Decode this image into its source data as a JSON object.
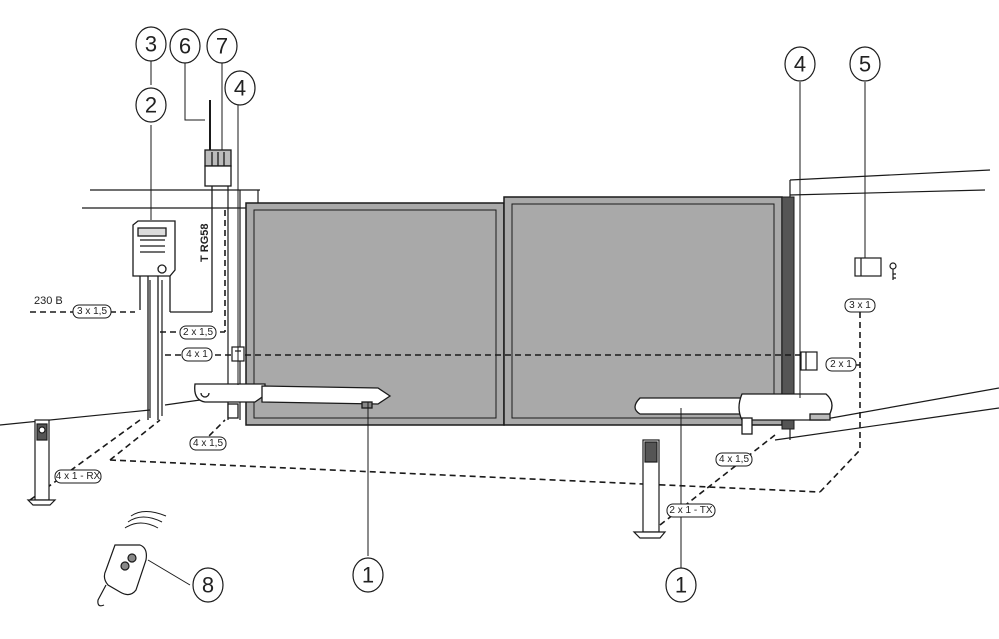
{
  "diagram": {
    "callouts": {
      "c1_left": "1",
      "c1_right": "1",
      "c2": "2",
      "c3": "3",
      "c4_left": "4",
      "c4_right": "4",
      "c5": "5",
      "c6": "6",
      "c7": "7",
      "c8": "8"
    },
    "cables": {
      "mains": "3 x 1,5",
      "mains_voltage": "230 B",
      "motor_left_a": "2 x 1,5",
      "photocell_line": "4 x 1",
      "motor_left_b": "4 x 1,5",
      "rx_post": "4 x 1 - RX",
      "motor_right": "4 x 1,5",
      "tx_post": "2 x 1 - TX",
      "photocell_right": "2 x 1",
      "key_switch": "3 x 1"
    },
    "antenna_cable": "T RG58"
  },
  "colors": {
    "gate_fill": "#a9a9a9",
    "line": "#1a1a1a",
    "body_fill": "#ffffff"
  }
}
